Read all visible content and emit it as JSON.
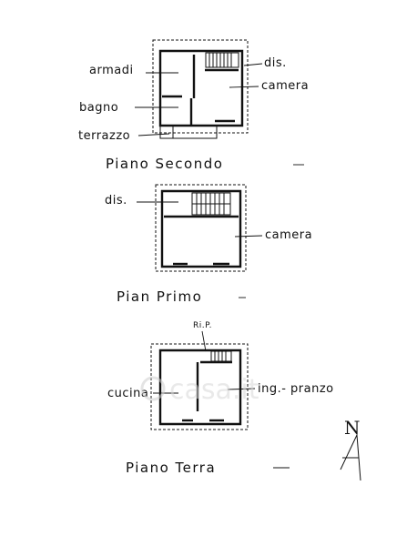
{
  "floors": {
    "secondo": {
      "title": "Piano Secondo",
      "labels": {
        "armadi": "armadi",
        "dis": "dis.",
        "camera": "camera",
        "bagno": "bagno",
        "terrazzo": "terrazzo"
      }
    },
    "primo": {
      "title": "Pian  Primo",
      "labels": {
        "dis": "dis.",
        "camera": "camera"
      }
    },
    "terra": {
      "title": "Piano Terra",
      "labels": {
        "rip": "Ri.P.",
        "cucina": "cucina",
        "ing_pranzo": "ing.- pranzo"
      }
    }
  },
  "compass": {
    "letter": "N"
  },
  "watermark": {
    "text": "casa.it"
  }
}
